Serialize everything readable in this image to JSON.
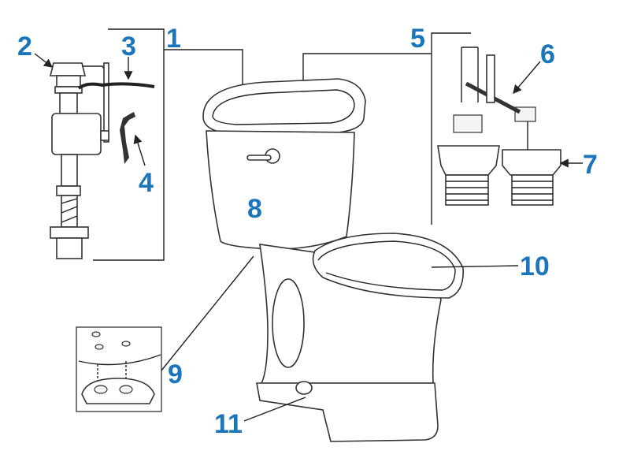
{
  "labels": {
    "l1": "1",
    "l2": "2",
    "l3": "3",
    "l4": "4",
    "l5": "5",
    "l6": "6",
    "l7": "7",
    "l8": "8",
    "l9": "9",
    "l10": "10",
    "l11": "11"
  },
  "colors": {
    "label": "#1a75bb",
    "line": "#222222"
  }
}
